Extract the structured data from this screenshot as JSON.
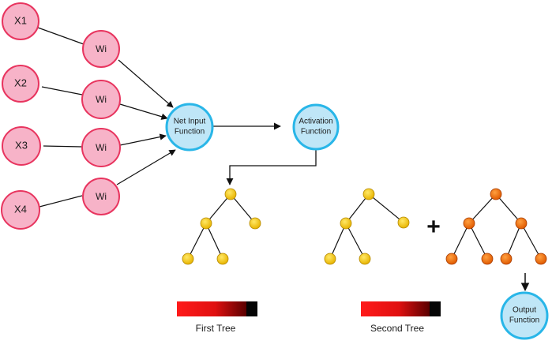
{
  "inputs": {
    "x1": "X1",
    "x2": "X2",
    "x3": "X3",
    "x4": "X4"
  },
  "weights": {
    "w1": "Wi",
    "w2": "Wi",
    "w3": "Wi",
    "w4": "Wi"
  },
  "net_input": {
    "line1": "Net Input",
    "line2": "Function"
  },
  "activation": {
    "line1": "Activation",
    "line2": "Function"
  },
  "output": {
    "line1": "Output",
    "line2": "Function"
  },
  "trees": {
    "first_caption": "First Tree",
    "second_caption": "Second Tree",
    "plus_sign": "+"
  },
  "colors": {
    "input_fill": "#f7b3c8",
    "input_stroke": "#e8355f",
    "function_fill": "#bfe6f7",
    "function_stroke": "#29b6e8",
    "yellow_node": "#f5c800",
    "orange_node": "#f07a18",
    "bar_red": "#ff1a1a",
    "bar_dark": "#6a0000"
  }
}
